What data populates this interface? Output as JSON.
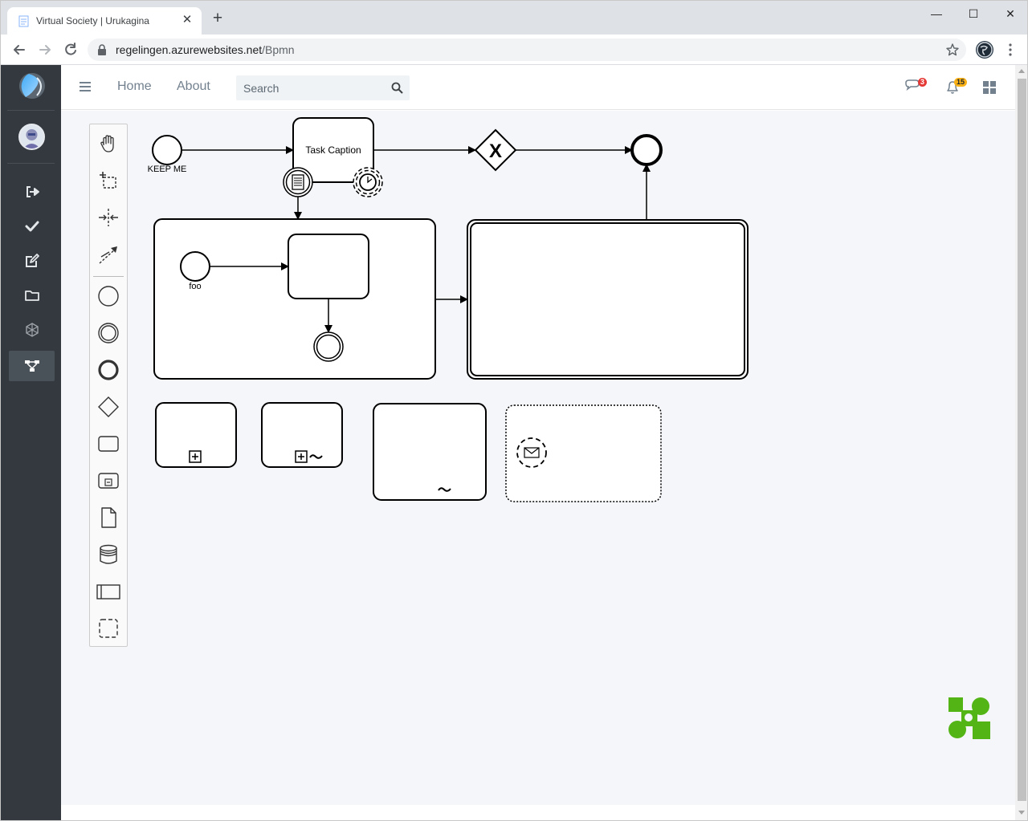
{
  "browser": {
    "tab_title": "Virtual Society | Urukagina",
    "tab_close": "✕",
    "new_tab": "+",
    "url_host": "regelingen.azurewebsites.net",
    "url_path": "/Bpmn",
    "minimize": "—",
    "maximize": "☐",
    "close": "✕"
  },
  "sidebar": {
    "items": [
      {
        "icon": "sign-out-icon"
      },
      {
        "icon": "check-icon"
      },
      {
        "icon": "edit-icon"
      },
      {
        "icon": "folder-icon"
      },
      {
        "icon": "network-icon"
      },
      {
        "icon": "sitemap-icon",
        "active": true
      }
    ]
  },
  "header": {
    "nav": [
      "Home",
      "About"
    ],
    "search_placeholder": "Search",
    "messages_count": "3",
    "notifications_count": "15"
  },
  "diagram": {
    "start_event_label": "KEEP ME",
    "task_caption": "Task Caption",
    "inner_start_label": "foo",
    "gateway_mark": "X"
  },
  "colors": {
    "sidebar_bg": "#33393f",
    "content_bg": "#f4f6f9",
    "message_badge": "#e53935",
    "notification_badge": "#f9b115",
    "bpmn_logo": "#52b415"
  }
}
